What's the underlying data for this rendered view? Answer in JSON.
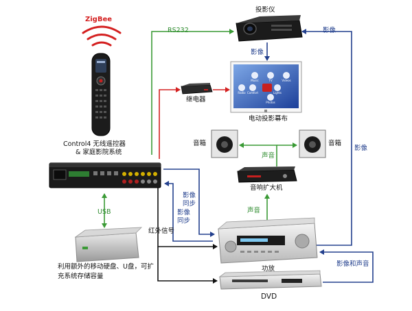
{
  "colors": {
    "red": "#d42020",
    "green": "#3a9a35",
    "blue": "#23408e",
    "black": "#111111"
  },
  "nodes": {
    "projector": {
      "label": "投影仪"
    },
    "screen": {
      "label": "电动投影幕布",
      "menu_items": [
        "Music",
        "TV",
        "Videos",
        "Radio",
        "Comfort",
        "Lights",
        "Photos"
      ]
    },
    "relay": {
      "label": "继电器"
    },
    "remote": {
      "protocol": "ZigBee",
      "label_line1": "Control4 无线遥控器",
      "label_line2": "& 家庭影院系统"
    },
    "controller": {
      "label": ""
    },
    "storage": {
      "label_line1": "利用额外的移动硬盘、U盘，可扩",
      "label_line2": "充系统存储容量"
    },
    "speaker_left": {
      "label": "音箱"
    },
    "speaker_right": {
      "label": "音箱"
    },
    "amplifier": {
      "label": "音响扩大机"
    },
    "receiver": {
      "label": "功放"
    },
    "dvd": {
      "label": "DVD"
    }
  },
  "edges": {
    "rs232": "RS232",
    "projector_to_screen": "影像",
    "video_top_right": "影像",
    "video_right": "影像",
    "amp_to_speakers": "声音",
    "receiver_to_amp": "声音",
    "usb": "USB",
    "video_sync_1": [
      "影像",
      "同步"
    ],
    "video_sync_2": [
      "影像",
      "同步"
    ],
    "ir_signal": "红外信号",
    "video_and_audio": "影像和声音"
  }
}
